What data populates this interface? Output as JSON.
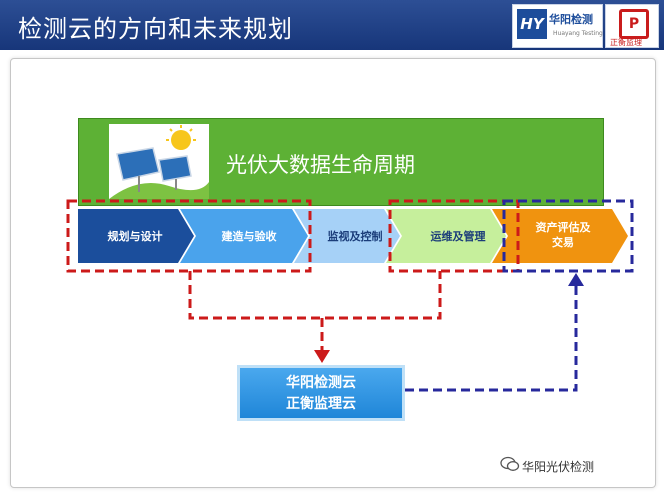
{
  "header": {
    "title": "检测云的方向和未来规划"
  },
  "logos": {
    "left": {
      "badge": "HY",
      "name": "华阳检测",
      "sub": "Huayang Testing"
    },
    "right": {
      "name": "正衡监理"
    }
  },
  "lifecycle": {
    "title": "光伏大数据生命周期",
    "stages": [
      "规划与设计",
      "建造与验收",
      "监视及控制",
      "运维及管理",
      "资产评估及",
      "交易"
    ]
  },
  "cloud": {
    "line1": "华阳检测云",
    "line2": "正衡监理云"
  },
  "footer": {
    "text": "华阳光伏检测"
  },
  "colors": {
    "header": "#17367a",
    "stage_dark": "#1b4e9c",
    "stage_blue": "#4aa3ec",
    "stage_light": "#a6d1f7",
    "stage_green": "#c6ef9c",
    "stage_orange": "#f0930f",
    "red_dash": "#cc1a1a",
    "blue_dash": "#27299c",
    "green_box": "#5db135"
  }
}
